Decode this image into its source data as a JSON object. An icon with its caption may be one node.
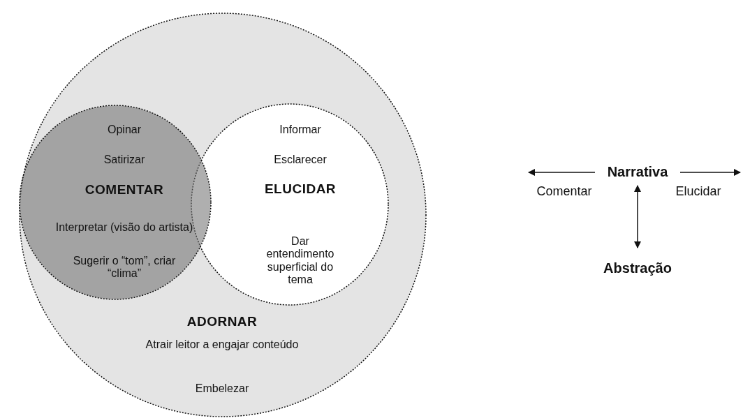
{
  "diagram": {
    "nodes": [
      {
        "text": [
          "ADORNAR",
          "Atrair leitor a engajar conteúdo",
          "Embelezar"
        ]
      },
      {
        "text": [
          "Opinar",
          "Satirizar",
          "COMENTAR",
          "Interpretar (visão do artista)",
          "Sugerir o “tom”, criar “clima”"
        ],
        "in": 0
      },
      {
        "text": [
          "Informar",
          "Esclarecer",
          "ELUCIDAR",
          "Dar entendimento superficial do tema"
        ],
        "in": 0
      }
    ],
    "labels": [
      "Narrativa",
      "Comentar",
      "Elucidar",
      "Abstração"
    ]
  }
}
